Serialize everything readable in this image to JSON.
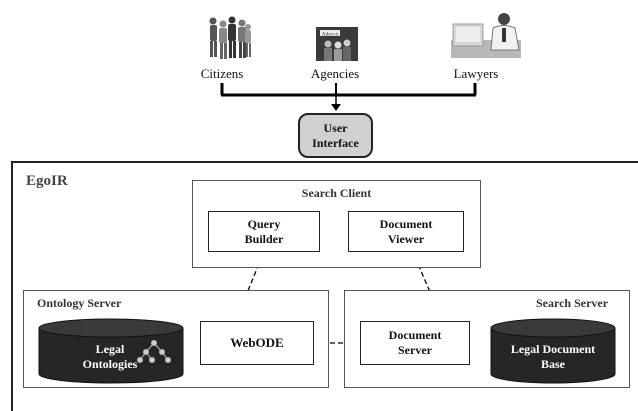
{
  "actors": [
    {
      "label": "Citizens",
      "icon": "crowd-icon"
    },
    {
      "label": "Agencies",
      "icon": "agency-icon"
    },
    {
      "label": "Lawyers",
      "icon": "lawyer-icon"
    }
  ],
  "user_interface": {
    "line1": "User",
    "line2": "Interface"
  },
  "system": {
    "title": "EgoIR"
  },
  "search_client": {
    "title": "Search Client",
    "query_builder": {
      "line1": "Query",
      "line2": "Builder"
    },
    "document_viewer": {
      "line1": "Document",
      "line2": "Viewer"
    }
  },
  "ontology_server": {
    "title": "Ontology Server",
    "legal_ontologies": {
      "line1": "Legal",
      "line2": "Ontologies"
    },
    "webode": "WebODE"
  },
  "search_server": {
    "title": "Search Server",
    "document_server": {
      "line1": "Document",
      "line2": "Server"
    },
    "legal_document_base": {
      "line1": "Legal Document",
      "line2": "Base"
    }
  },
  "colors": {
    "database_fill": "#262626",
    "ui_fill": "#d0d0d0",
    "border": "#222222"
  }
}
